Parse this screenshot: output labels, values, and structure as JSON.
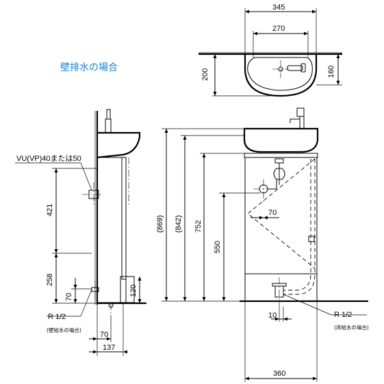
{
  "title": "壁排水の場合",
  "dims": {
    "top_width": "345",
    "top_inner": "270",
    "top_depth": "200",
    "top_depth2": "160",
    "h_869": "(869)",
    "h_842": "(842)",
    "h_752": "752",
    "h_550": "550",
    "drain_70": "70",
    "base_width": "360",
    "supply_10": "10",
    "side_421": "421",
    "side_258": "258",
    "side_70": "70",
    "side_120": "120",
    "bottom_70": "70",
    "bottom_137": "137"
  },
  "notes": {
    "vu_pipe": "VU(VP)40または50",
    "r_left": "R 1/2",
    "r_left_sub": "(壁給水の場合)",
    "r_right": "R 1/2",
    "r_right_sub": "(床給水の場合)"
  }
}
